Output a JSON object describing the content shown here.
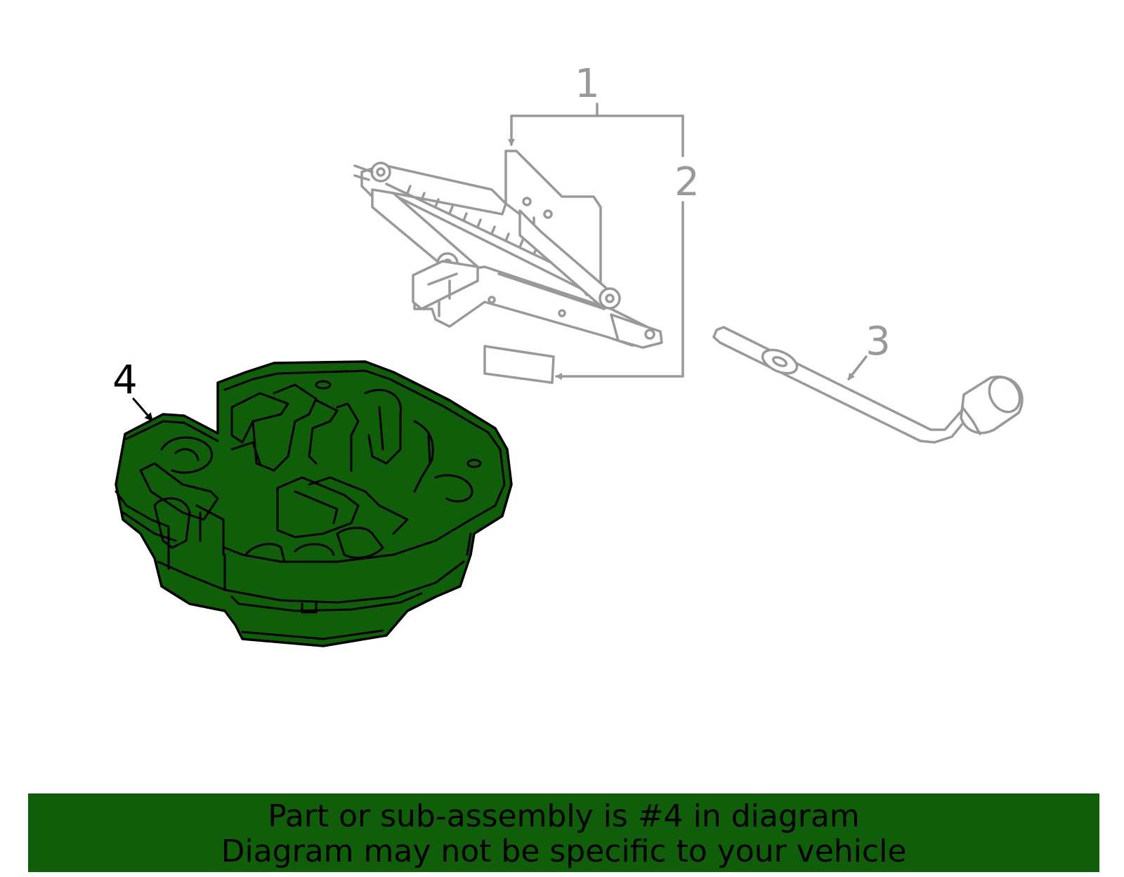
{
  "colors": {
    "highlight": "#115e0a",
    "part_gray": "#999999",
    "outline": "#000000",
    "background": "#ffffff"
  },
  "callouts": {
    "c1": "1",
    "c2": "2",
    "c3": "3",
    "c4": "4"
  },
  "banner": {
    "line1": "Part or sub-assembly is #4 in diagram",
    "line2": "Diagram may not be specific to your vehicle"
  }
}
